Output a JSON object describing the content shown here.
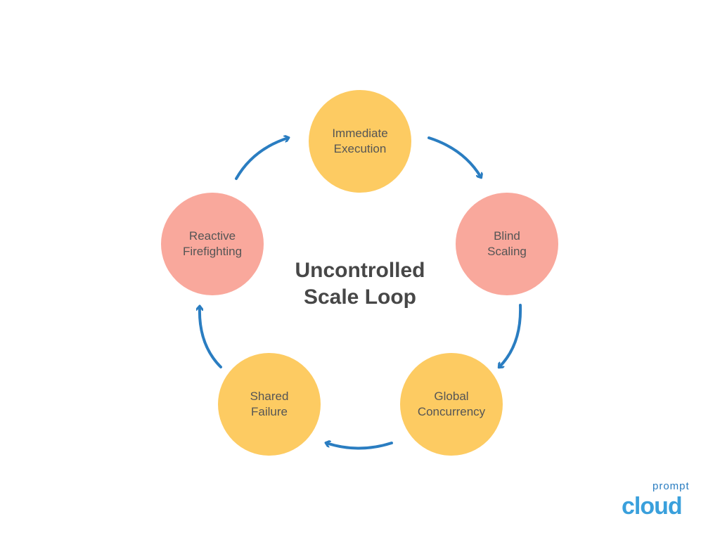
{
  "title": {
    "line1": "Uncontrolled",
    "line2": "Scale Loop"
  },
  "nodes": [
    {
      "line1": "Immediate",
      "line2": "Execution",
      "color": "#FDCB62"
    },
    {
      "line1": "Blind",
      "line2": "Scaling",
      "color": "#F9A89C"
    },
    {
      "line1": "Global",
      "line2": "Concurrency",
      "color": "#FDCB62"
    },
    {
      "line1": "Shared",
      "line2": "Failure",
      "color": "#FDCB62"
    },
    {
      "line1": "Reactive",
      "line2": "Firefighting",
      "color": "#F9A89C"
    }
  ],
  "arrow_color": "#2A7DC1",
  "logo": {
    "top": "prompt",
    "bottom": "cloud"
  }
}
